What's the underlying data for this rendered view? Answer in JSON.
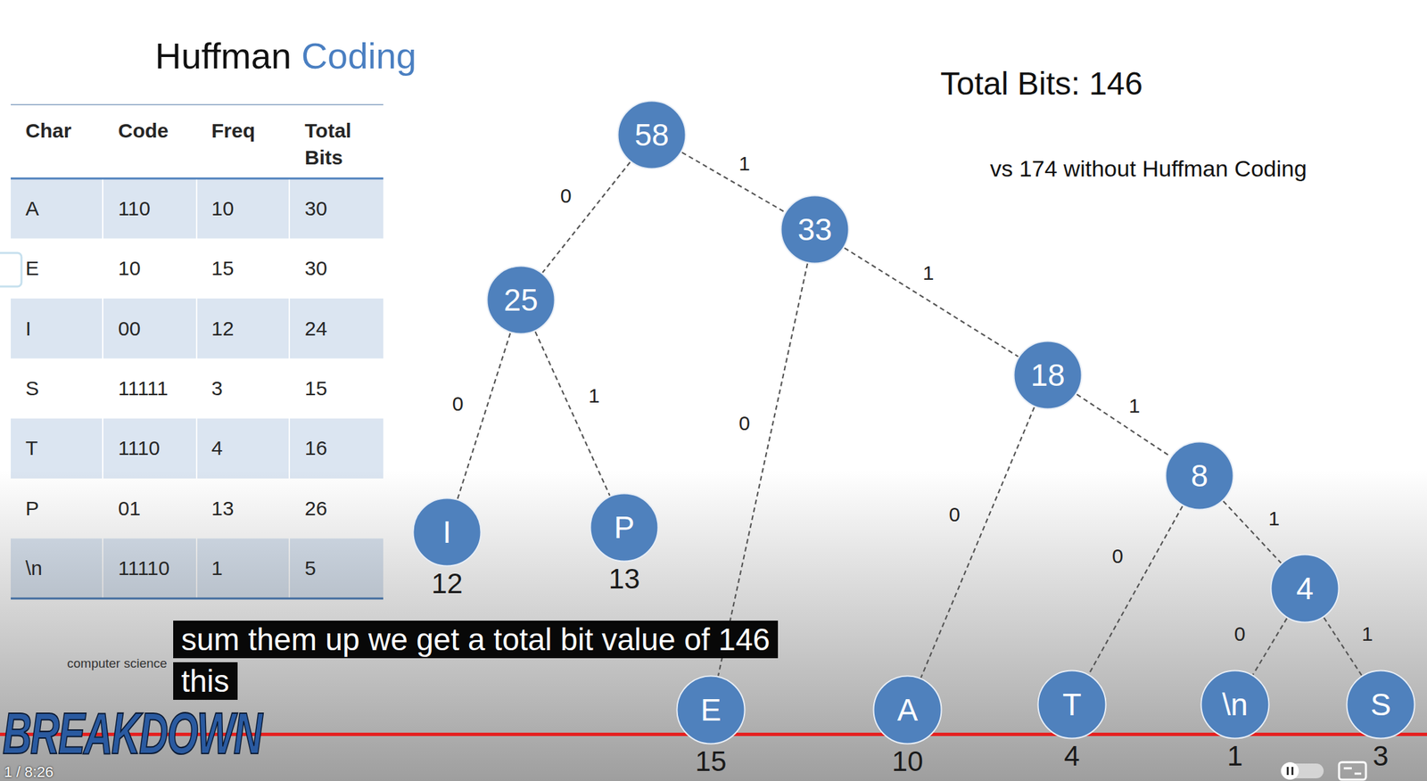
{
  "diagram": {
    "title": "Huffman Coding",
    "caption": "sum them up we get a total bit value of 146 this",
    "nodes": [
      {
        "text": [
          "58"
        ]
      },
      {
        "text": [
          "33"
        ]
      },
      {
        "text": [
          "25"
        ]
      },
      {
        "text": [
          "18"
        ]
      },
      {
        "text": [
          "8"
        ]
      },
      {
        "text": [
          "I",
          "12"
        ]
      },
      {
        "text": [
          "P",
          "13"
        ]
      },
      {
        "text": [
          "4"
        ]
      },
      {
        "text": [
          "E",
          "15"
        ]
      },
      {
        "text": [
          "A",
          "10"
        ]
      },
      {
        "text": [
          "T",
          "4"
        ]
      },
      {
        "text": [
          "\\n",
          "1"
        ]
      },
      {
        "text": [
          "S",
          "3"
        ]
      }
    ],
    "edges": [
      {
        "from": 0,
        "to": 2,
        "arrow": "none",
        "label": "0"
      },
      {
        "from": 0,
        "to": 1,
        "arrow": "none",
        "label": "1"
      },
      {
        "from": 2,
        "to": 5,
        "arrow": "none",
        "label": "0"
      },
      {
        "from": 2,
        "to": 6,
        "arrow": "none",
        "label": "1"
      },
      {
        "from": 1,
        "to": 8,
        "arrow": "none",
        "label": "0"
      },
      {
        "from": 1,
        "to": 3,
        "arrow": "none",
        "label": "1"
      },
      {
        "from": 3,
        "to": 9,
        "arrow": "none",
        "label": "0"
      },
      {
        "from": 3,
        "to": 4,
        "arrow": "none",
        "label": "1"
      },
      {
        "from": 4,
        "to": 10,
        "arrow": "none",
        "label": "0"
      },
      {
        "from": 4,
        "to": 7,
        "arrow": "none",
        "label": "1"
      },
      {
        "from": 7,
        "to": 11,
        "arrow": "none",
        "label": "0"
      },
      {
        "from": 7,
        "to": 12,
        "arrow": "none",
        "label": "1"
      }
    ],
    "labels": [
      "Char",
      "Code",
      "Freq",
      "Total Bits",
      "A",
      "110",
      "10",
      "30",
      "E",
      "10",
      "15",
      "30",
      "I",
      "00",
      "12",
      "24",
      "S",
      "11111",
      "3",
      "15",
      "T",
      "1110",
      "4",
      "16",
      "P",
      "01",
      "13",
      "26",
      "\\n",
      "11110",
      "1",
      "5",
      "Total Bits: 146",
      "vs 174 without Huffman Coding",
      "computer science",
      "BREAKDOWN",
      "1 / 8:26"
    ]
  }
}
